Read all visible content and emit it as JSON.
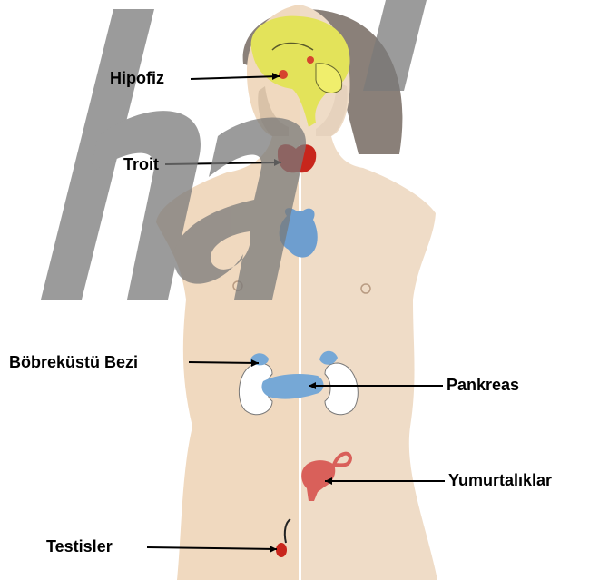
{
  "labels": {
    "pituitary": "Hipofiz",
    "thyroid": "Troit",
    "adrenal": "Böbreküstü Bezi",
    "pancreas": "Pankreas",
    "ovaries": "Yumurtalıklar",
    "testes": "Testisler"
  },
  "colors": {
    "skin_male": "#f0d9bf",
    "skin_female": "#efdcc7",
    "hair": "#8a8079",
    "brain": "#e3e35a",
    "pituitary": "#d6452e",
    "thyroid": "#c8261c",
    "thymus": "#6e9ecf",
    "pancreas": "#76a8d6",
    "kidney": "#ffffff",
    "reproductive": "#d9605a",
    "watermark": "#7a7a7a"
  }
}
